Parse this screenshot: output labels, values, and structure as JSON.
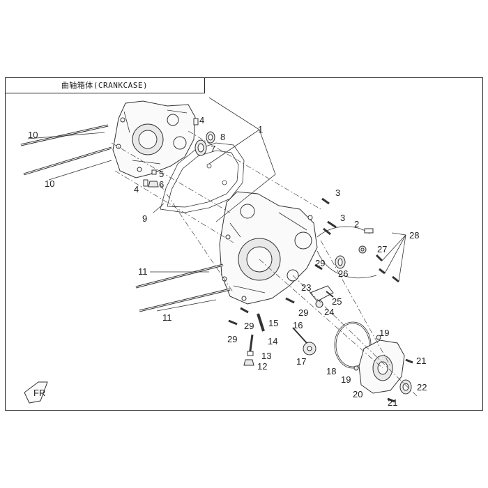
{
  "title": "曲轴箱体(CRANKCASE)",
  "fr_logo": "FR",
  "callouts": [
    "1",
    "2",
    "3",
    "3",
    "4",
    "4",
    "5",
    "6",
    "7",
    "8",
    "9",
    "10",
    "10",
    "11",
    "11",
    "12",
    "13",
    "14",
    "15",
    "16",
    "17",
    "18",
    "19",
    "19",
    "20",
    "21",
    "21",
    "22",
    "23",
    "24",
    "25",
    "26",
    "27",
    "28",
    "29",
    "29",
    "29",
    "29"
  ]
}
